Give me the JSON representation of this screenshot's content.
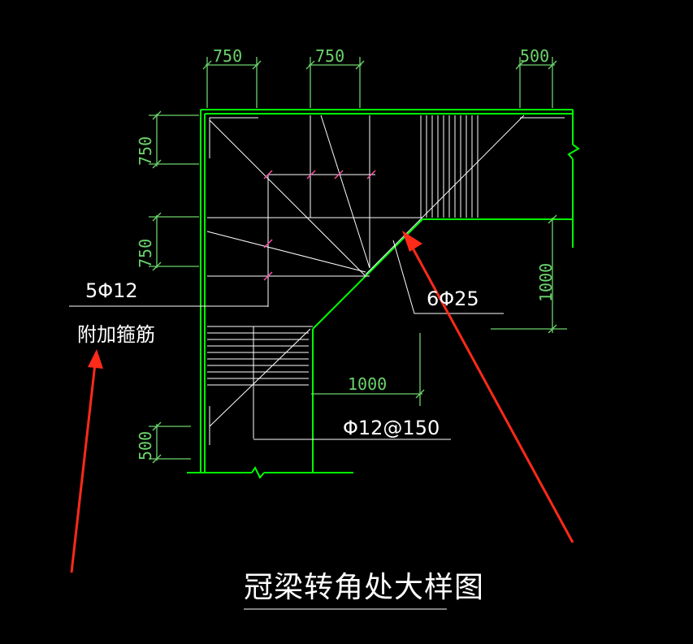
{
  "drawing": {
    "title": "冠梁转角处大样图",
    "colors": {
      "background": "#000000",
      "outline": "#00ff00",
      "dimension": "#6cd36c",
      "rebar": "#ffffff",
      "tick": "#ff4fa8",
      "arrow": "#ff2a1a"
    }
  },
  "dimensions": {
    "top": [
      "750",
      "750",
      "500"
    ],
    "left": [
      "750",
      "750",
      "500"
    ],
    "right": "1000",
    "bottom": "1000"
  },
  "labels": {
    "stirrup_count": "5Φ12",
    "stirrup_note": "附加箍筋",
    "main_bars": "6Φ25",
    "distribution_bars": "Φ12@150"
  }
}
